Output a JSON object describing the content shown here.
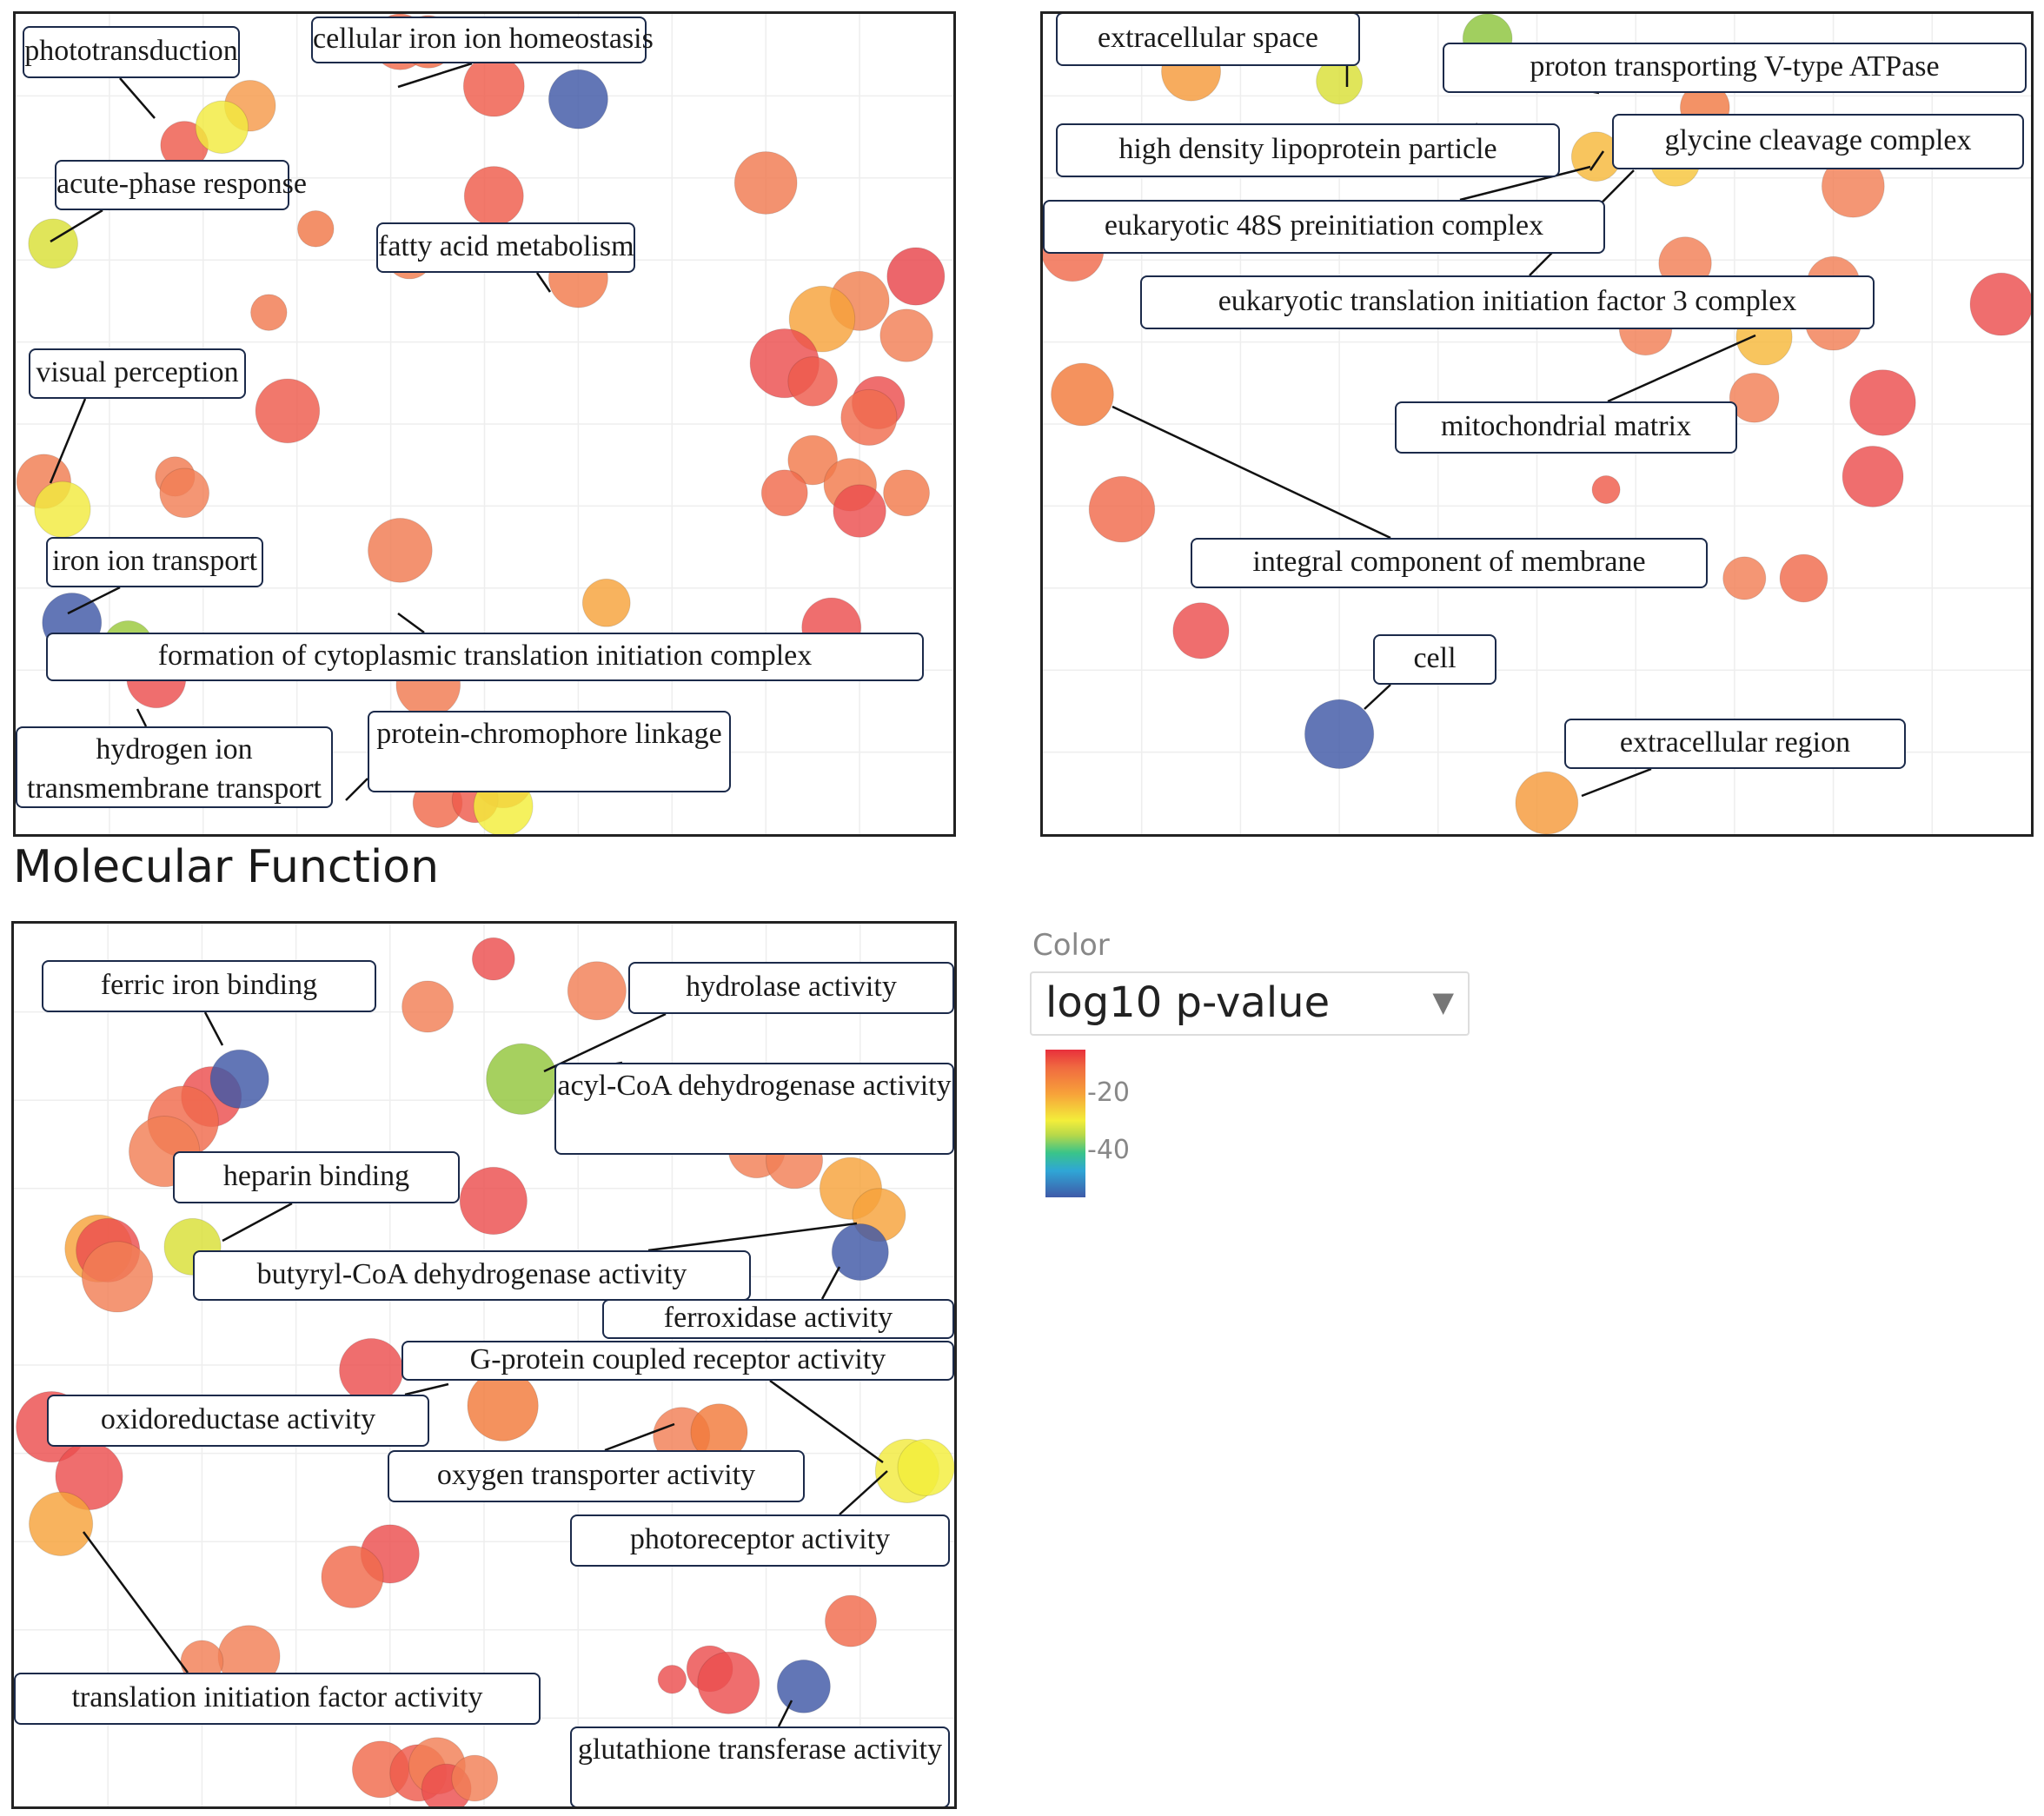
{
  "chart_data": [
    {
      "type": "scatter",
      "panel": "bp",
      "title": "",
      "color_scale": "log10 p-value",
      "labels": [
        {
          "text": "phototransduction"
        },
        {
          "text": "cellular iron ion homeostasis"
        },
        {
          "text": "acute-phase response"
        },
        {
          "text": "fatty acid metabolism"
        },
        {
          "text": "visual perception"
        },
        {
          "text": "iron ion transport"
        },
        {
          "text": "formation of cytoplasmic translation initiation complex"
        },
        {
          "text": "hydrogen ion transmembrane transport"
        },
        {
          "text": "protein-chromophore linkage"
        }
      ],
      "points": [
        {
          "x": 0.41,
          "y": 0.034,
          "r": 0.034,
          "color": "#f06a4c"
        },
        {
          "x": 0.44,
          "y": 0.034,
          "r": 0.032,
          "color": "#ef6a46"
        },
        {
          "x": 0.51,
          "y": 0.088,
          "r": 0.037,
          "color": "#ef5c4a"
        },
        {
          "x": 0.6,
          "y": 0.104,
          "r": 0.036,
          "color": "#3f58a6"
        },
        {
          "x": 0.25,
          "y": 0.112,
          "r": 0.031,
          "color": "#f59a4a"
        },
        {
          "x": 0.18,
          "y": 0.16,
          "r": 0.029,
          "color": "#ee5a4c"
        },
        {
          "x": 0.22,
          "y": 0.138,
          "r": 0.032,
          "color": "#f2ea3e"
        },
        {
          "x": 0.8,
          "y": 0.206,
          "r": 0.038,
          "color": "#f07a50"
        },
        {
          "x": 0.51,
          "y": 0.222,
          "r": 0.036,
          "color": "#ef5c4a"
        },
        {
          "x": 0.04,
          "y": 0.28,
          "r": 0.03,
          "color": "#d9df36"
        },
        {
          "x": 0.32,
          "y": 0.262,
          "r": 0.022,
          "color": "#f07848"
        },
        {
          "x": 0.42,
          "y": 0.294,
          "r": 0.029,
          "color": "#f27c4e"
        },
        {
          "x": 0.6,
          "y": 0.322,
          "r": 0.036,
          "color": "#f27a4c"
        },
        {
          "x": 0.27,
          "y": 0.364,
          "r": 0.022,
          "color": "#f07a50"
        },
        {
          "x": 0.9,
          "y": 0.35,
          "r": 0.036,
          "color": "#f08050"
        },
        {
          "x": 0.96,
          "y": 0.32,
          "r": 0.035,
          "color": "#e8444a"
        },
        {
          "x": 0.86,
          "y": 0.372,
          "r": 0.04,
          "color": "#f7a23a"
        },
        {
          "x": 0.95,
          "y": 0.392,
          "r": 0.032,
          "color": "#f27f55"
        },
        {
          "x": 0.82,
          "y": 0.426,
          "r": 0.042,
          "color": "#ec4e4e"
        },
        {
          "x": 0.85,
          "y": 0.448,
          "r": 0.03,
          "color": "#ee5a4c"
        },
        {
          "x": 0.92,
          "y": 0.474,
          "r": 0.032,
          "color": "#ec4e4e"
        },
        {
          "x": 0.91,
          "y": 0.492,
          "r": 0.034,
          "color": "#f06c4e"
        },
        {
          "x": 0.29,
          "y": 0.484,
          "r": 0.039,
          "color": "#ee5a4c"
        },
        {
          "x": 0.03,
          "y": 0.57,
          "r": 0.033,
          "color": "#f07c50"
        },
        {
          "x": 0.17,
          "y": 0.564,
          "r": 0.024,
          "color": "#f07a50"
        },
        {
          "x": 0.18,
          "y": 0.584,
          "r": 0.03,
          "color": "#f27f55"
        },
        {
          "x": 0.85,
          "y": 0.544,
          "r": 0.03,
          "color": "#f27a4c"
        },
        {
          "x": 0.89,
          "y": 0.574,
          "r": 0.032,
          "color": "#f27a4c"
        },
        {
          "x": 0.82,
          "y": 0.584,
          "r": 0.028,
          "color": "#f06a4c"
        },
        {
          "x": 0.95,
          "y": 0.584,
          "r": 0.028,
          "color": "#f27a4c"
        },
        {
          "x": 0.9,
          "y": 0.606,
          "r": 0.032,
          "color": "#ec4e4e"
        },
        {
          "x": 0.05,
          "y": 0.604,
          "r": 0.034,
          "color": "#f2ea3e"
        },
        {
          "x": 0.41,
          "y": 0.654,
          "r": 0.039,
          "color": "#f07a50"
        },
        {
          "x": 0.63,
          "y": 0.718,
          "r": 0.029,
          "color": "#f7a23a"
        },
        {
          "x": 0.06,
          "y": 0.742,
          "r": 0.036,
          "color": "#3f58a6"
        },
        {
          "x": 0.87,
          "y": 0.748,
          "r": 0.036,
          "color": "#ec4e4e"
        },
        {
          "x": 0.12,
          "y": 0.77,
          "r": 0.03,
          "color": "#9ac83c"
        },
        {
          "x": 0.15,
          "y": 0.81,
          "r": 0.036,
          "color": "#ec4e4e"
        },
        {
          "x": 0.44,
          "y": 0.818,
          "r": 0.039,
          "color": "#f07a50"
        },
        {
          "x": 0.52,
          "y": 0.932,
          "r": 0.036,
          "color": "#ee5a4c"
        },
        {
          "x": 0.45,
          "y": 0.962,
          "r": 0.03,
          "color": "#f06a4c"
        },
        {
          "x": 0.49,
          "y": 0.958,
          "r": 0.028,
          "color": "#ee5a4c"
        },
        {
          "x": 0.52,
          "y": 0.966,
          "r": 0.036,
          "color": "#f3ee3a"
        }
      ]
    },
    {
      "type": "scatter",
      "panel": "cc",
      "title": "",
      "color_scale": "log10 p-value",
      "labels": [
        {
          "text": "extracellular space"
        },
        {
          "text": "proton transporting V-type ATPase"
        },
        {
          "text": "high density lipoprotein particle"
        },
        {
          "text": "glycine cleavage complex"
        },
        {
          "text": "eukaryotic 48S preinitiation complex"
        },
        {
          "text": "eukaryotic translation initiation factor 3 complex"
        },
        {
          "text": "mitochondrial matrix"
        },
        {
          "text": "integral component of membrane"
        },
        {
          "text": "cell"
        },
        {
          "text": "extracellular region"
        }
      ],
      "points": [
        {
          "x": 0.45,
          "y": 0.03,
          "r": 0.03,
          "color": "#8cc43c"
        },
        {
          "x": 0.15,
          "y": 0.07,
          "r": 0.036,
          "color": "#f59a3a"
        },
        {
          "x": 0.3,
          "y": 0.082,
          "r": 0.028,
          "color": "#d9df36"
        },
        {
          "x": 0.67,
          "y": 0.114,
          "r": 0.03,
          "color": "#f07a44"
        },
        {
          "x": 0.56,
          "y": 0.174,
          "r": 0.03,
          "color": "#f7b83a"
        },
        {
          "x": 0.64,
          "y": 0.18,
          "r": 0.03,
          "color": "#f7c43a"
        },
        {
          "x": 0.82,
          "y": 0.21,
          "r": 0.038,
          "color": "#f27f55"
        },
        {
          "x": 0.03,
          "y": 0.288,
          "r": 0.038,
          "color": "#f06a4c"
        },
        {
          "x": 0.65,
          "y": 0.304,
          "r": 0.032,
          "color": "#f27f55"
        },
        {
          "x": 0.8,
          "y": 0.328,
          "r": 0.032,
          "color": "#f27f55"
        },
        {
          "x": 0.97,
          "y": 0.354,
          "r": 0.038,
          "color": "#ec4e4e"
        },
        {
          "x": 0.61,
          "y": 0.384,
          "r": 0.032,
          "color": "#f27f55"
        },
        {
          "x": 0.73,
          "y": 0.394,
          "r": 0.034,
          "color": "#f7b83a"
        },
        {
          "x": 0.8,
          "y": 0.376,
          "r": 0.034,
          "color": "#f27f55"
        },
        {
          "x": 0.04,
          "y": 0.464,
          "r": 0.038,
          "color": "#f27a3a"
        },
        {
          "x": 0.72,
          "y": 0.468,
          "r": 0.03,
          "color": "#f27f55"
        },
        {
          "x": 0.85,
          "y": 0.474,
          "r": 0.04,
          "color": "#ec4e4e"
        },
        {
          "x": 0.57,
          "y": 0.58,
          "r": 0.017,
          "color": "#ef5c4a"
        },
        {
          "x": 0.84,
          "y": 0.564,
          "r": 0.037,
          "color": "#ec4e4e"
        },
        {
          "x": 0.08,
          "y": 0.604,
          "r": 0.04,
          "color": "#f06a4c"
        },
        {
          "x": 0.71,
          "y": 0.688,
          "r": 0.026,
          "color": "#f27f55"
        },
        {
          "x": 0.77,
          "y": 0.688,
          "r": 0.029,
          "color": "#f06a4c"
        },
        {
          "x": 0.16,
          "y": 0.752,
          "r": 0.034,
          "color": "#ec4e4e"
        },
        {
          "x": 0.3,
          "y": 0.878,
          "r": 0.042,
          "color": "#3f58a6"
        },
        {
          "x": 0.51,
          "y": 0.962,
          "r": 0.038,
          "color": "#f59a3a"
        }
      ]
    },
    {
      "type": "scatter",
      "panel": "mf",
      "title": "Molecular Function",
      "color_scale": "log10 p-value",
      "labels": [
        {
          "text": "ferric iron binding"
        },
        {
          "text": "hydrolase activity"
        },
        {
          "text": "acyl-CoA dehydrogenase activity"
        },
        {
          "text": "heparin binding"
        },
        {
          "text": "butyryl-CoA dehydrogenase activity"
        },
        {
          "text": "ferroxidase activity"
        },
        {
          "text": "G-protein coupled receptor activity"
        },
        {
          "text": "oxidoreductase activity"
        },
        {
          "text": "oxygen transporter activity"
        },
        {
          "text": "photoreceptor activity"
        },
        {
          "text": "translation initiation factor activity"
        },
        {
          "text": "glutathione transferase activity"
        }
      ],
      "points": [
        {
          "x": 0.51,
          "y": 0.04,
          "r": 0.024,
          "color": "#ec4e4e"
        },
        {
          "x": 0.62,
          "y": 0.076,
          "r": 0.033,
          "color": "#f27f55"
        },
        {
          "x": 0.44,
          "y": 0.094,
          "r": 0.029,
          "color": "#f27f55"
        },
        {
          "x": 0.54,
          "y": 0.176,
          "r": 0.04,
          "color": "#92c63c"
        },
        {
          "x": 0.21,
          "y": 0.196,
          "r": 0.034,
          "color": "#ec4e4e"
        },
        {
          "x": 0.24,
          "y": 0.176,
          "r": 0.033,
          "color": "#3f58a6"
        },
        {
          "x": 0.18,
          "y": 0.224,
          "r": 0.04,
          "color": "#f06a4c"
        },
        {
          "x": 0.16,
          "y": 0.258,
          "r": 0.04,
          "color": "#f27f55"
        },
        {
          "x": 0.51,
          "y": 0.314,
          "r": 0.038,
          "color": "#ec4e4e"
        },
        {
          "x": 0.79,
          "y": 0.256,
          "r": 0.032,
          "color": "#f27f55"
        },
        {
          "x": 0.83,
          "y": 0.268,
          "r": 0.032,
          "color": "#f27f55"
        },
        {
          "x": 0.89,
          "y": 0.3,
          "r": 0.035,
          "color": "#f7a23a"
        },
        {
          "x": 0.92,
          "y": 0.33,
          "r": 0.03,
          "color": "#f7a23a"
        },
        {
          "x": 0.19,
          "y": 0.366,
          "r": 0.032,
          "color": "#d9df36"
        },
        {
          "x": 0.09,
          "y": 0.368,
          "r": 0.038,
          "color": "#f7a23a"
        },
        {
          "x": 0.1,
          "y": 0.37,
          "r": 0.036,
          "color": "#ec4e4e"
        },
        {
          "x": 0.11,
          "y": 0.4,
          "r": 0.04,
          "color": "#f27f55"
        },
        {
          "x": 0.9,
          "y": 0.372,
          "r": 0.032,
          "color": "#3f58a6"
        },
        {
          "x": 0.38,
          "y": 0.506,
          "r": 0.036,
          "color": "#ec4e4e"
        },
        {
          "x": 0.52,
          "y": 0.546,
          "r": 0.04,
          "color": "#f27a3a"
        },
        {
          "x": 0.04,
          "y": 0.57,
          "r": 0.04,
          "color": "#ec4e4e"
        },
        {
          "x": 0.71,
          "y": 0.58,
          "r": 0.032,
          "color": "#f27f55"
        },
        {
          "x": 0.75,
          "y": 0.576,
          "r": 0.032,
          "color": "#f27a3a"
        },
        {
          "x": 0.08,
          "y": 0.626,
          "r": 0.038,
          "color": "#ec4e4e"
        },
        {
          "x": 0.95,
          "y": 0.62,
          "r": 0.036,
          "color": "#f2ea3e"
        },
        {
          "x": 0.97,
          "y": 0.616,
          "r": 0.032,
          "color": "#f3ee3a"
        },
        {
          "x": 0.05,
          "y": 0.68,
          "r": 0.036,
          "color": "#f7a23a"
        },
        {
          "x": 0.4,
          "y": 0.714,
          "r": 0.033,
          "color": "#ec4e4e"
        },
        {
          "x": 0.36,
          "y": 0.74,
          "r": 0.035,
          "color": "#f06a4c"
        },
        {
          "x": 0.89,
          "y": 0.79,
          "r": 0.029,
          "color": "#f06a4c"
        },
        {
          "x": 0.25,
          "y": 0.83,
          "r": 0.035,
          "color": "#f27f55"
        },
        {
          "x": 0.2,
          "y": 0.836,
          "r": 0.024,
          "color": "#f27f55"
        },
        {
          "x": 0.74,
          "y": 0.844,
          "r": 0.026,
          "color": "#ec4e4e"
        },
        {
          "x": 0.76,
          "y": 0.86,
          "r": 0.035,
          "color": "#ec4e4e"
        },
        {
          "x": 0.7,
          "y": 0.856,
          "r": 0.016,
          "color": "#ec4e4e"
        },
        {
          "x": 0.84,
          "y": 0.864,
          "r": 0.03,
          "color": "#3f58a6"
        },
        {
          "x": 0.39,
          "y": 0.958,
          "r": 0.032,
          "color": "#f06a4c"
        },
        {
          "x": 0.43,
          "y": 0.962,
          "r": 0.032,
          "color": "#ee5a4c"
        },
        {
          "x": 0.45,
          "y": 0.954,
          "r": 0.032,
          "color": "#f27f55"
        },
        {
          "x": 0.46,
          "y": 0.98,
          "r": 0.028,
          "color": "#ec4e4e"
        },
        {
          "x": 0.49,
          "y": 0.968,
          "r": 0.026,
          "color": "#f27f55"
        }
      ]
    }
  ],
  "legend": {
    "caption": "Color",
    "selected": "log10 p-value",
    "ticks": [
      "-20",
      "-40"
    ],
    "arrow": "▼"
  },
  "section_title": "Molecular Function"
}
